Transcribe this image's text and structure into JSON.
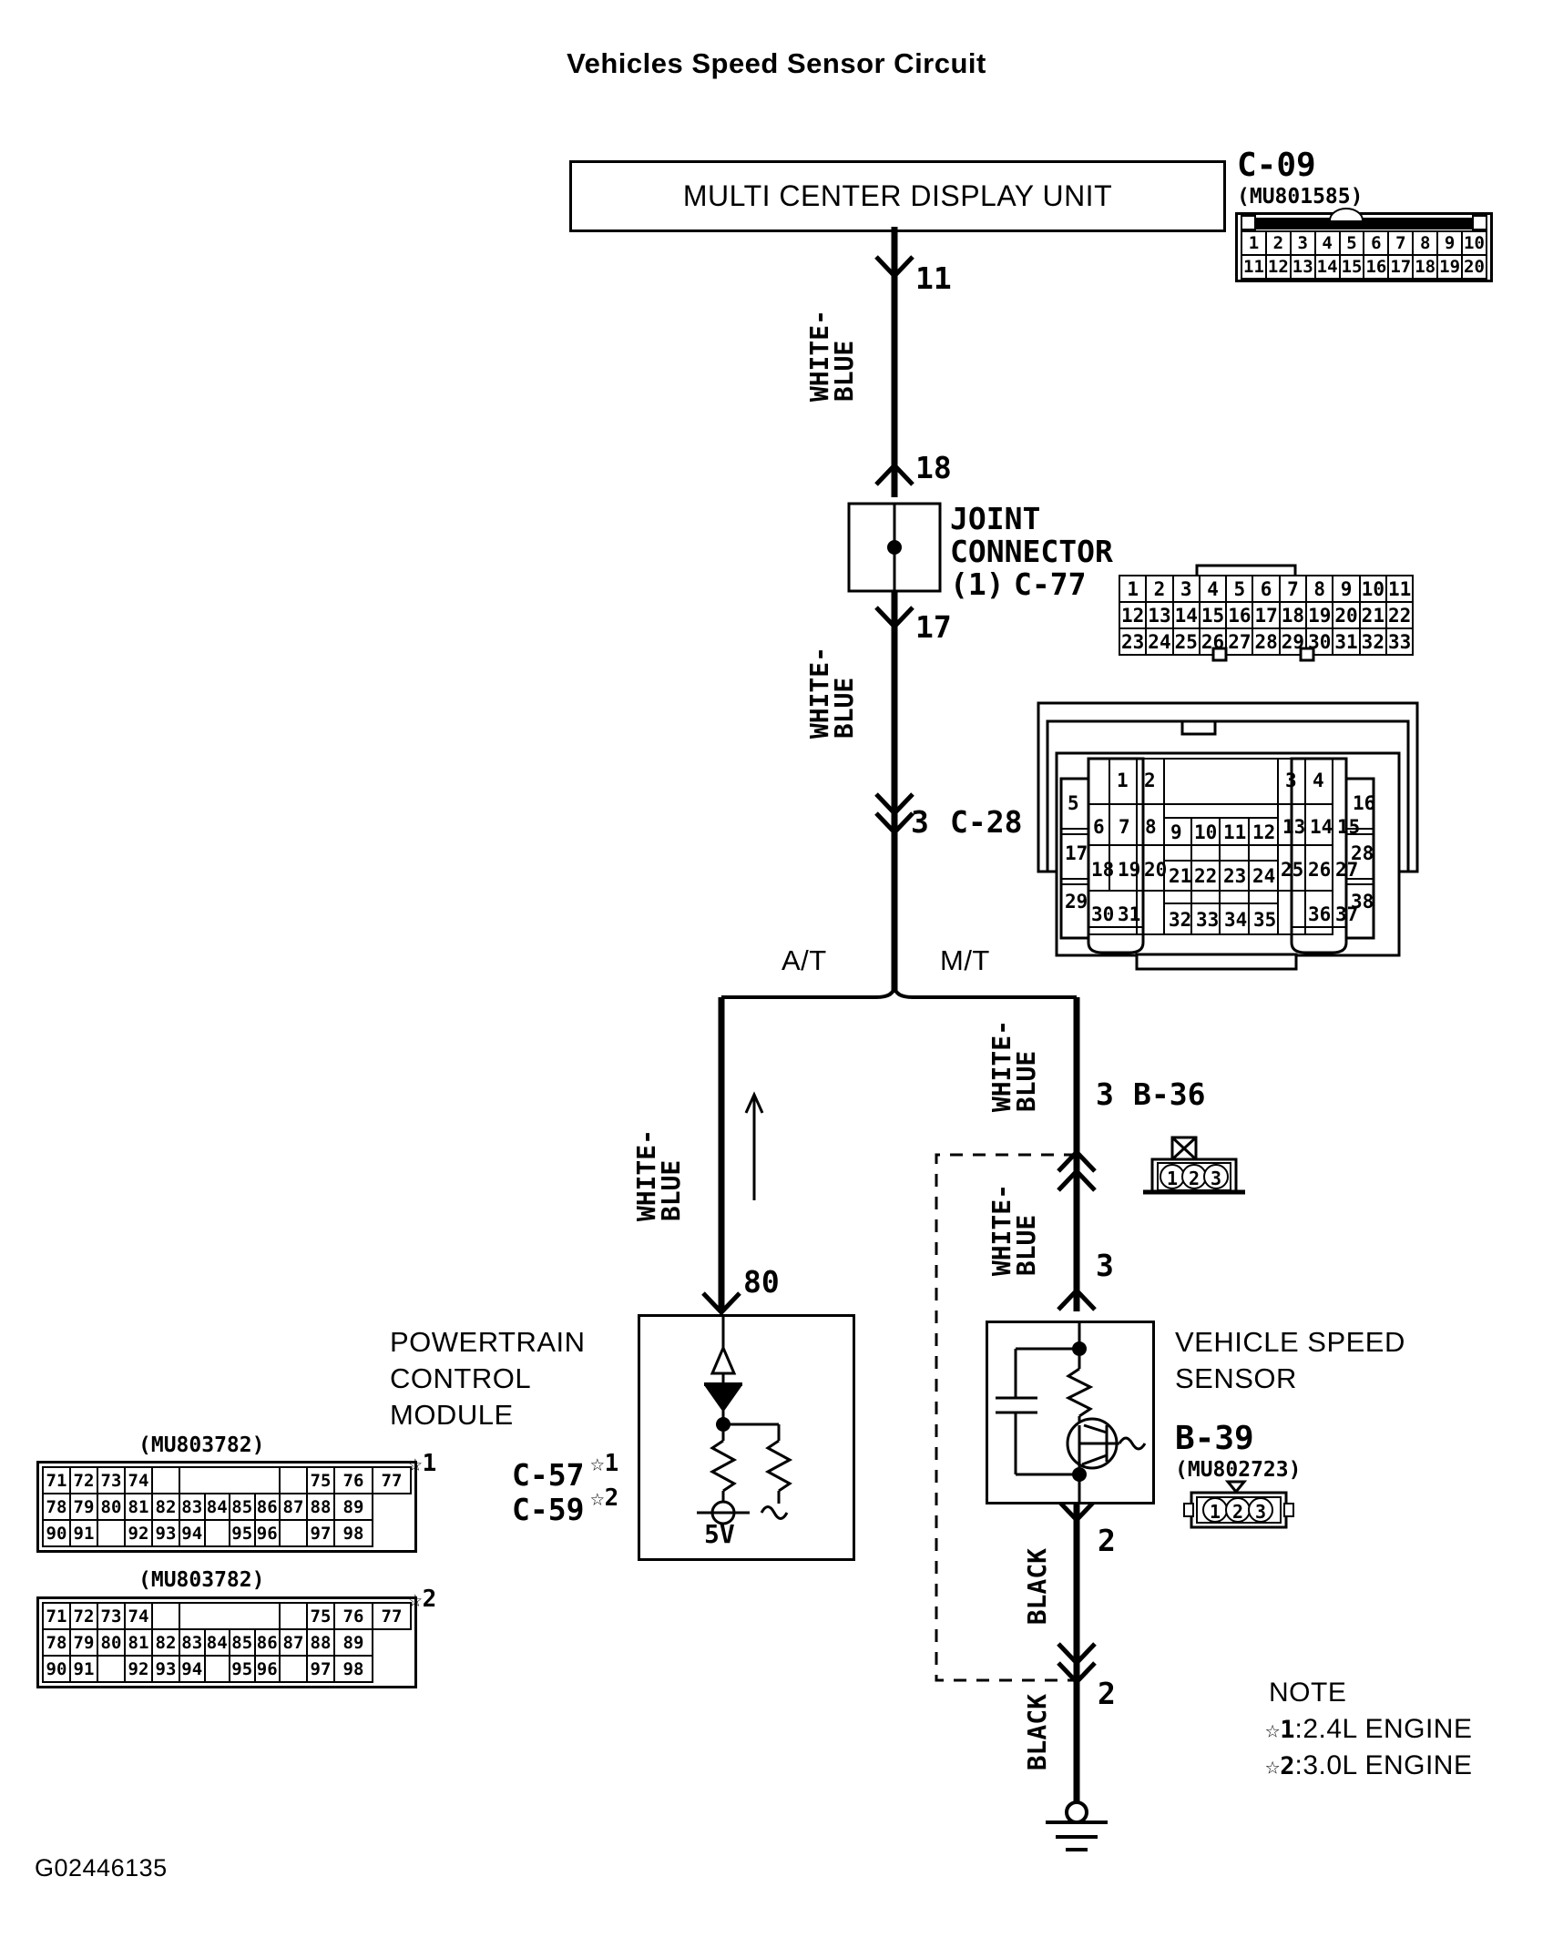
{
  "title": "Vehicles Speed Sensor Circuit",
  "diagram_id": "G02446135",
  "blocks": {
    "mcd": {
      "label": "MULTI CENTER DISPLAY UNIT"
    },
    "joint": {
      "line1": "JOINT",
      "line2": "CONNECTOR",
      "line3": "(1)",
      "code": "C-77"
    },
    "pcm": {
      "line1": "POWERTRAIN",
      "line2": "CONTROL",
      "line3": "MODULE",
      "voltage": "5V",
      "conn1": "C-57",
      "conn1_note": "☆1",
      "conn2": "C-59",
      "conn2_note": "☆2"
    },
    "vss": {
      "line1": "VEHICLE SPEED",
      "line2": "SENSOR",
      "code": "B-39",
      "part": "(MU802723)"
    }
  },
  "wires": {
    "w_mcd_joint": {
      "color": "WHITE-\nBLUE",
      "pin_top": "11",
      "pin_bottom": "18"
    },
    "w_joint_c28": {
      "color": "WHITE-\nBLUE",
      "pin_top": "17",
      "pin_bottom": "3",
      "conn": "C-28"
    },
    "w_at": {
      "color": "WHITE-\nBLUE",
      "pin": "80"
    },
    "w_mt_upper": {
      "color": "WHITE-\nBLUE",
      "pin": "3",
      "conn": "B-36"
    },
    "w_mt_lower": {
      "color": "WHITE-\nBLUE",
      "pin": "3"
    },
    "w_blk_upper": {
      "color": "BLACK",
      "pin": "2"
    },
    "w_blk_lower": {
      "color": "BLACK",
      "pin": "2"
    }
  },
  "branch": {
    "left": "A/T",
    "right": "M/T"
  },
  "connectors": {
    "c09": {
      "code": "C-09",
      "part": "(MU801585)",
      "rows": [
        [
          "1",
          "2",
          "3",
          "4",
          "5",
          "6",
          "7",
          "8",
          "9",
          "10"
        ],
        [
          "11",
          "12",
          "13",
          "14",
          "15",
          "16",
          "17",
          "18",
          "19",
          "20"
        ]
      ]
    },
    "c77": {
      "rows": [
        [
          "1",
          "2",
          "3",
          "4",
          "5",
          "6",
          "7",
          "8",
          "9",
          "10",
          "11"
        ],
        [
          "12",
          "13",
          "14",
          "15",
          "16",
          "17",
          "18",
          "19",
          "20",
          "21",
          "22"
        ],
        [
          "23",
          "24",
          "25",
          "26",
          "27",
          "28",
          "29",
          "30",
          "31",
          "32",
          "33"
        ]
      ]
    },
    "c28": {
      "top_row": [
        "1",
        "2",
        "3",
        "4"
      ],
      "left_col": [
        "5",
        "17",
        "29"
      ],
      "right_col": [
        "16",
        "28",
        "38"
      ],
      "row2": [
        "6",
        "7",
        "8",
        "9",
        "10",
        "11",
        "12",
        "13",
        "14",
        "15"
      ],
      "row3": [
        "18",
        "19",
        "20",
        "21",
        "22",
        "23",
        "24",
        "25",
        "26",
        "27"
      ],
      "row4": [
        "30",
        "31",
        "32",
        "33",
        "34",
        "35",
        "36",
        "37"
      ]
    },
    "b36": {
      "code": "B-36",
      "pin_ref": "3",
      "pins": [
        "1",
        "2",
        "3"
      ]
    },
    "b39": {
      "pins": [
        "1",
        "2",
        "3"
      ]
    }
  },
  "pcm_tables": [
    {
      "part": "(MU803782)",
      "note": "☆1",
      "row1": [
        "71",
        "72",
        "73",
        "74",
        "",
        "",
        "",
        "",
        "",
        "75",
        "76",
        "77"
      ],
      "row2": [
        "78",
        "79",
        "80",
        "81",
        "82",
        "83",
        "84",
        "85",
        "86",
        "87",
        "88",
        "89"
      ],
      "row3": [
        "90",
        "91",
        "",
        "92",
        "93",
        "94",
        "",
        "95",
        "96",
        "",
        "97",
        "98"
      ]
    },
    {
      "part": "(MU803782)",
      "note": "☆2",
      "row1": [
        "71",
        "72",
        "73",
        "74",
        "",
        "",
        "",
        "",
        "",
        "75",
        "76",
        "77"
      ],
      "row2": [
        "78",
        "79",
        "80",
        "81",
        "82",
        "83",
        "84",
        "85",
        "86",
        "87",
        "88",
        "89"
      ],
      "row3": [
        "90",
        "91",
        "",
        "92",
        "93",
        "94",
        "",
        "95",
        "96",
        "",
        "97",
        "98"
      ]
    }
  ],
  "note": {
    "title": "NOTE",
    "items": [
      {
        "mark": "☆1",
        "text": ":2.4L ENGINE"
      },
      {
        "mark": "☆2",
        "text": ":3.0L ENGINE"
      }
    ]
  }
}
